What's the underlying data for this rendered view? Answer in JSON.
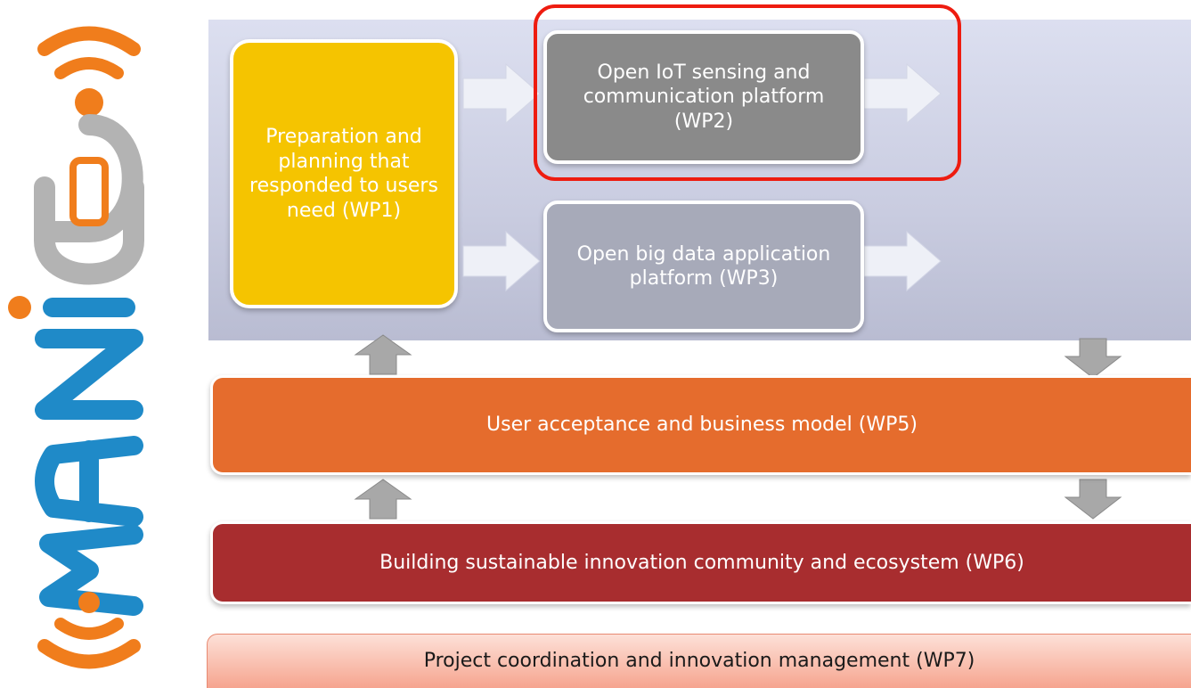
{
  "logo": {
    "text": "WAZIUP",
    "colors": {
      "orange": "#f07d1c",
      "blue": "#1f8ac8",
      "gray": "#b3b3b3"
    }
  },
  "diagram": {
    "wp1": "Preparation and planning that responded to users need (WP1)",
    "wp2": "Open IoT sensing and communication platform (WP2)",
    "wp3": "Open big data application platform (WP3)",
    "wp5": "User acceptance and business model (WP5)",
    "wp6": "Building sustainable innovation community and ecosystem (WP6)",
    "wp7": "Project coordination and innovation management (WP7)"
  },
  "colors": {
    "wp1": "#f5c400",
    "wp2": "#8a8a8a",
    "wp3": "#a7aab9",
    "wp5": "#e56c2d",
    "wp6": "#a82d2f",
    "highlight": "#ee1c10"
  }
}
